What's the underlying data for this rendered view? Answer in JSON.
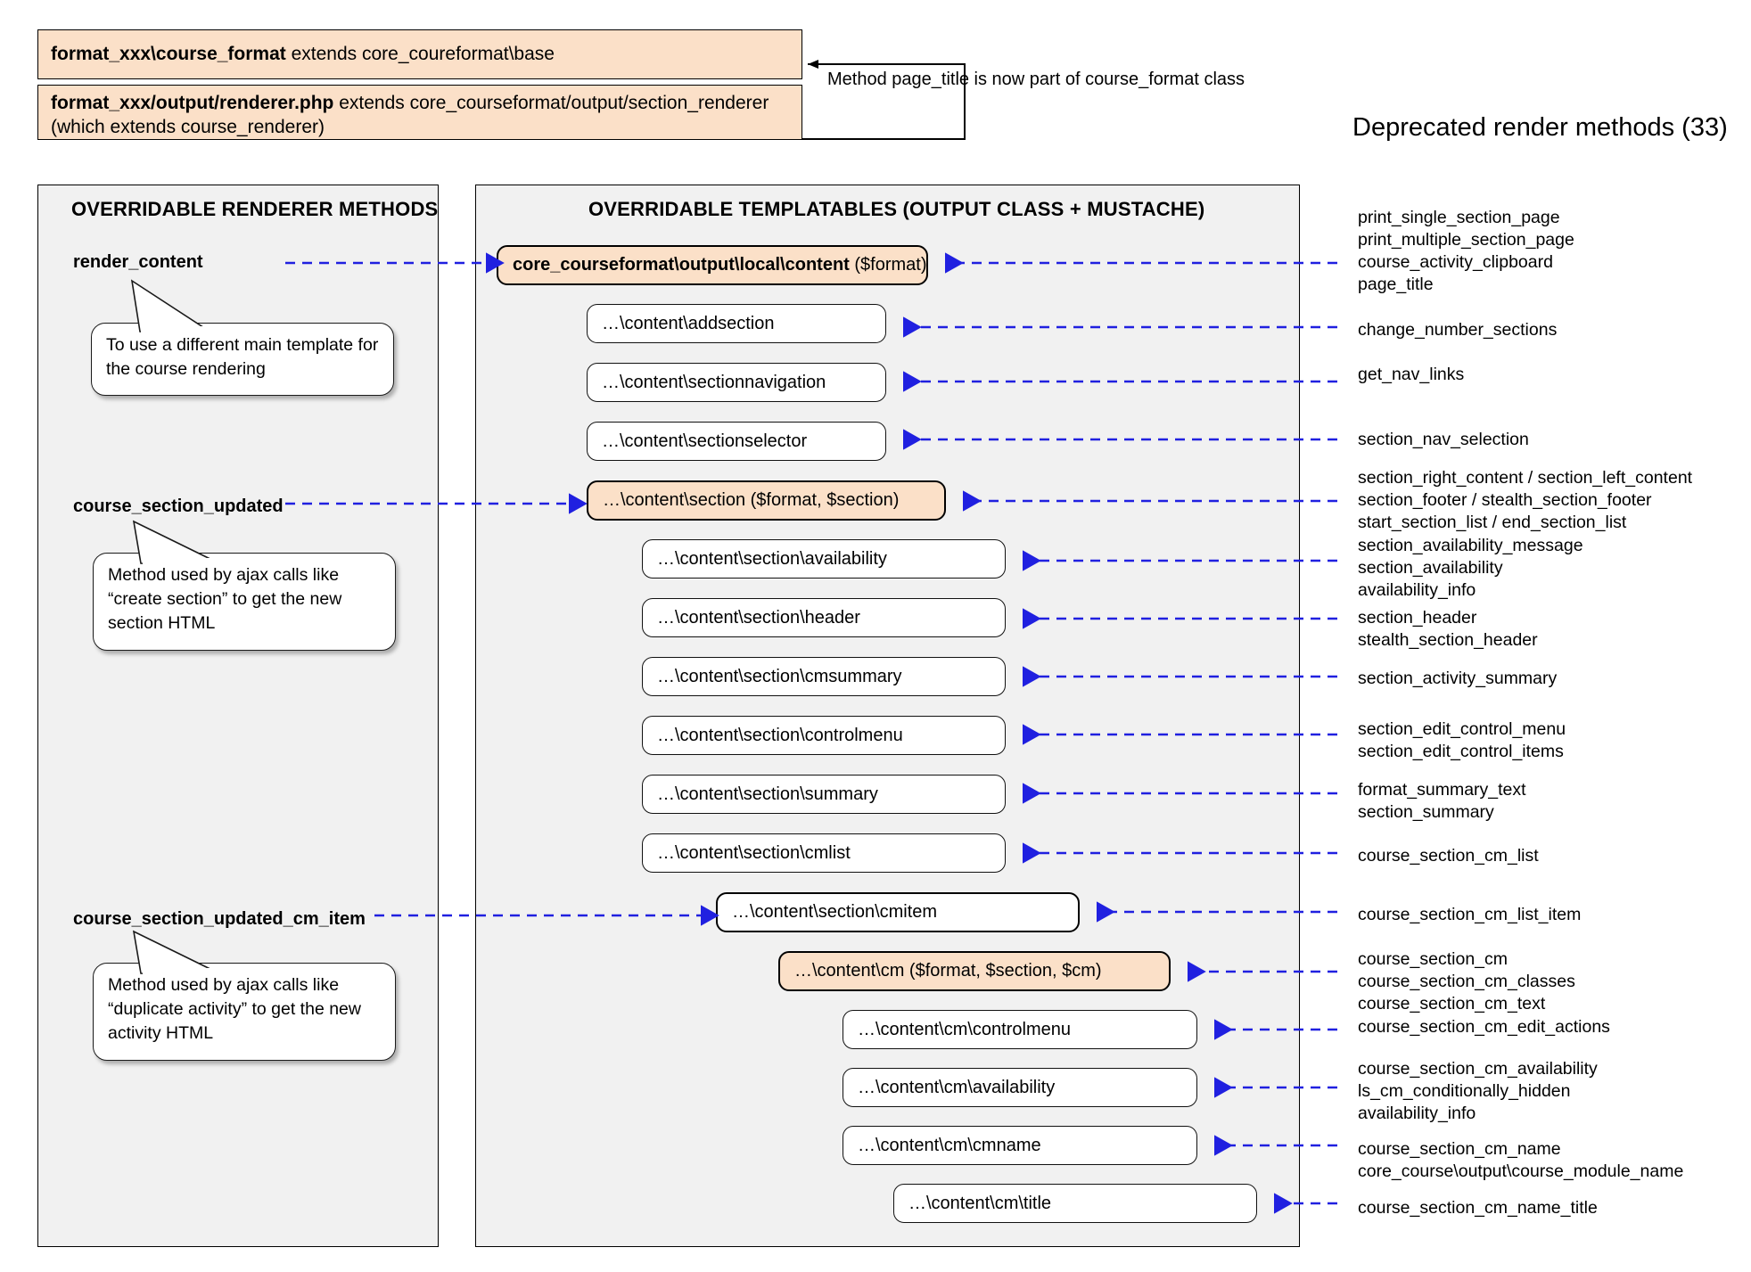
{
  "header_boxes": [
    {
      "bold": "format_xxx\\course_format",
      "rest": " extends core_coureformat\\base"
    },
    {
      "bold": "format_xxx/output/renderer.php",
      "rest": " extends core_courseformat/output/section_renderer (which extends course_renderer)"
    }
  ],
  "header_note": "Method page_title is now part of course_format class",
  "deprecated_title": "Deprecated render methods (33)",
  "panels": {
    "left_title": "OVERRIDABLE RENDERER METHODS",
    "center_title": "OVERRIDABLE TEMPLATABLES (OUTPUT CLASS + MUSTACHE)"
  },
  "renderer_methods": [
    {
      "name": "render_content"
    },
    {
      "name": "course_section_updated"
    },
    {
      "name": "course_section_updated_cm_item"
    }
  ],
  "callouts": [
    {
      "text": "To use a different main template for the course rendering"
    },
    {
      "text": "Method used by ajax calls like “create section” to get the new section HTML"
    },
    {
      "text": "Method used by ajax calls like “duplicate activity” to get the new activity HTML"
    }
  ],
  "templatables": [
    {
      "bold": "core_courseformat\\output\\local\\content",
      "rest": " ($format)",
      "style": "orange"
    },
    {
      "bold": "",
      "rest": "…\\content\\addsection",
      "style": "plain"
    },
    {
      "bold": "",
      "rest": "…\\content\\sectionnavigation",
      "style": "plain"
    },
    {
      "bold": "",
      "rest": "…\\content\\sectionselector",
      "style": "plain"
    },
    {
      "bold": "",
      "rest": "…\\content\\section ($format, $section)",
      "style": "orange"
    },
    {
      "bold": "",
      "rest": "…\\content\\section\\availability",
      "style": "plain"
    },
    {
      "bold": "",
      "rest": "…\\content\\section\\header",
      "style": "plain"
    },
    {
      "bold": "",
      "rest": "…\\content\\section\\cmsummary",
      "style": "plain"
    },
    {
      "bold": "",
      "rest": "…\\content\\section\\controlmenu",
      "style": "plain"
    },
    {
      "bold": "",
      "rest": "…\\content\\section\\summary",
      "style": "plain"
    },
    {
      "bold": "",
      "rest": "…\\content\\section\\cmlist",
      "style": "plain"
    },
    {
      "bold": "",
      "rest": "…\\content\\section\\cmitem",
      "style": "bold"
    },
    {
      "bold": "",
      "rest": "…\\content\\cm ($format, $section, $cm)",
      "style": "orange"
    },
    {
      "bold": "",
      "rest": "…\\content\\cm\\controlmenu",
      "style": "plain"
    },
    {
      "bold": "",
      "rest": "…\\content\\cm\\availability",
      "style": "plain"
    },
    {
      "bold": "",
      "rest": "…\\content\\cm\\cmname",
      "style": "plain"
    },
    {
      "bold": "",
      "rest": "…\\content\\cm\\title",
      "style": "plain"
    }
  ],
  "deprecated_groups": [
    {
      "lines": [
        "print_single_section_page",
        "print_multiple_section_page",
        "course_activity_clipboard",
        "page_title"
      ]
    },
    {
      "lines": [
        "change_number_sections"
      ]
    },
    {
      "lines": [
        "get_nav_links"
      ]
    },
    {
      "lines": [
        "section_nav_selection"
      ]
    },
    {
      "lines": [
        "section_right_content / section_left_content",
        "section_footer / stealth_section_footer",
        "start_section_list / end_section_list"
      ]
    },
    {
      "lines": [
        "section_availability_message",
        "section_availability",
        "availability_info"
      ]
    },
    {
      "lines": [
        "section_header",
        "stealth_section_header"
      ]
    },
    {
      "lines": [
        "section_activity_summary"
      ]
    },
    {
      "lines": [
        "section_edit_control_menu",
        "section_edit_control_items"
      ]
    },
    {
      "lines": [
        "format_summary_text",
        "section_summary"
      ]
    },
    {
      "lines": [
        "course_section_cm_list"
      ]
    },
    {
      "lines": [
        "course_section_cm_list_item"
      ]
    },
    {
      "lines": [
        "course_section_cm",
        "course_section_cm_classes",
        "course_section_cm_text"
      ]
    },
    {
      "lines": [
        "course_section_cm_edit_actions"
      ]
    },
    {
      "lines": [
        "course_section_cm_availability",
        "ls_cm_conditionally_hidden",
        "availability_info"
      ]
    },
    {
      "lines": [
        "course_section_cm_name",
        "core_course\\output\\course_module_name"
      ]
    },
    {
      "lines": [
        "course_section_cm_name_title"
      ]
    }
  ],
  "colors": {
    "orange_fill": "#fbe0c8",
    "panel_fill": "#f1f1f1",
    "arrow_blue": "#2020e0",
    "stroke": "#000000"
  }
}
